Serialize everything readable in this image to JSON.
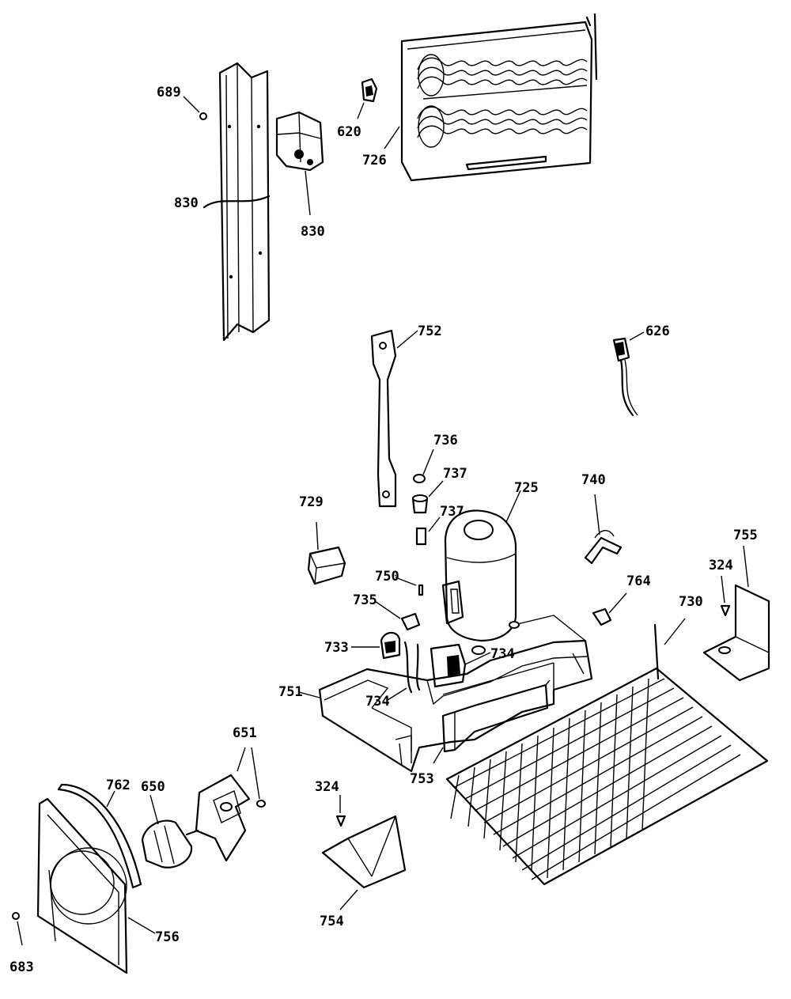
{
  "labels": {
    "l689": "689",
    "l830a": "830",
    "l830b": "830",
    "l620": "620",
    "l726": "726",
    "l752": "752",
    "l626": "626",
    "l736": "736",
    "l737a": "737",
    "l737b": "737",
    "l729": "729",
    "l725": "725",
    "l740": "740",
    "l755": "755",
    "l324a": "324",
    "l750": "750",
    "l764": "764",
    "l735": "735",
    "l730": "730",
    "l733": "733",
    "l734a": "734",
    "l751": "751",
    "l734b": "734",
    "l651": "651",
    "l762": "762",
    "l650": "650",
    "l324b": "324",
    "l753": "753",
    "l754": "754",
    "l756": "756",
    "l683": "683"
  }
}
